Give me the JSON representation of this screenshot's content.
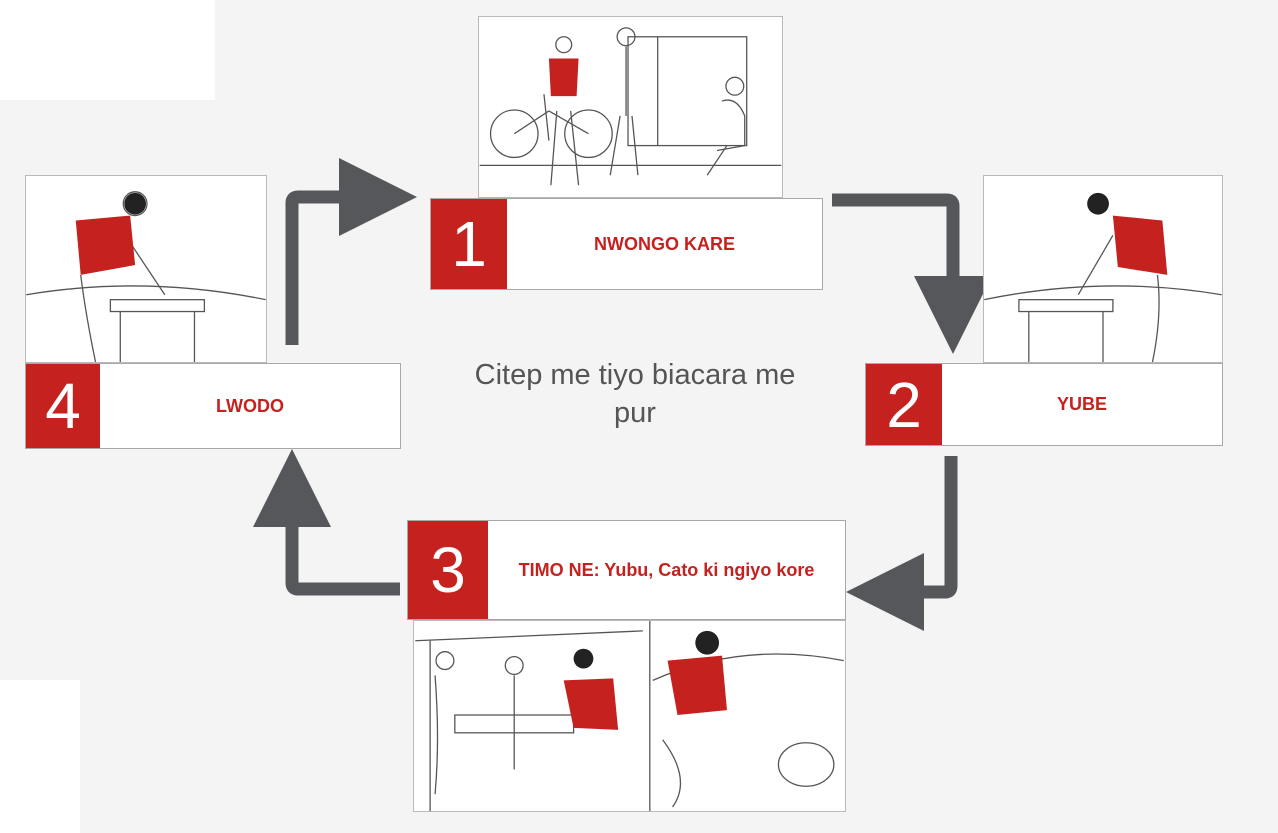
{
  "title": "Citep me tiyo biacara me pur",
  "steps": [
    {
      "number": "1",
      "label": "NWONGO KARE"
    },
    {
      "number": "2",
      "label": "YUBE"
    },
    {
      "number": "3",
      "label": "TIMO NE: Yubu, Cato ki ngiyo kore"
    },
    {
      "number": "4",
      "label": "LWODO"
    }
  ],
  "colors": {
    "accent": "#c5221f",
    "arrow": "#55575a",
    "text": "#555555"
  },
  "icons": [
    "arrow-right",
    "arrow-down",
    "arrow-left",
    "arrow-up"
  ]
}
